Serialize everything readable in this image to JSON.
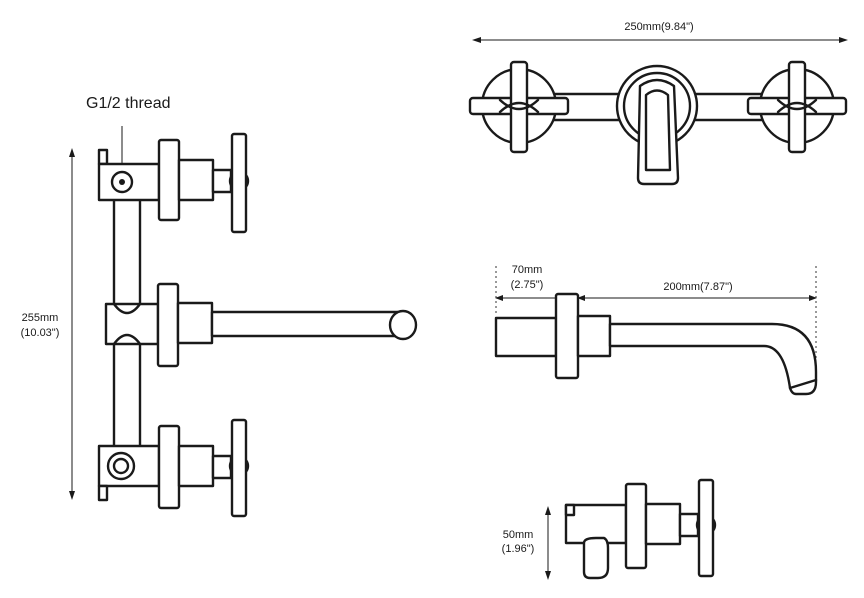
{
  "labels": {
    "thread": "G1/2 thread",
    "height_mm": "255mm",
    "height_in": "(10.03\")",
    "width_mm": "250mm(9.84\")",
    "depth_mm": "70mm",
    "depth_in": "(2.75\")",
    "spout_mm": "200mm(7.87\")",
    "valve_mm": "50mm",
    "valve_in": "(1.96\")"
  }
}
